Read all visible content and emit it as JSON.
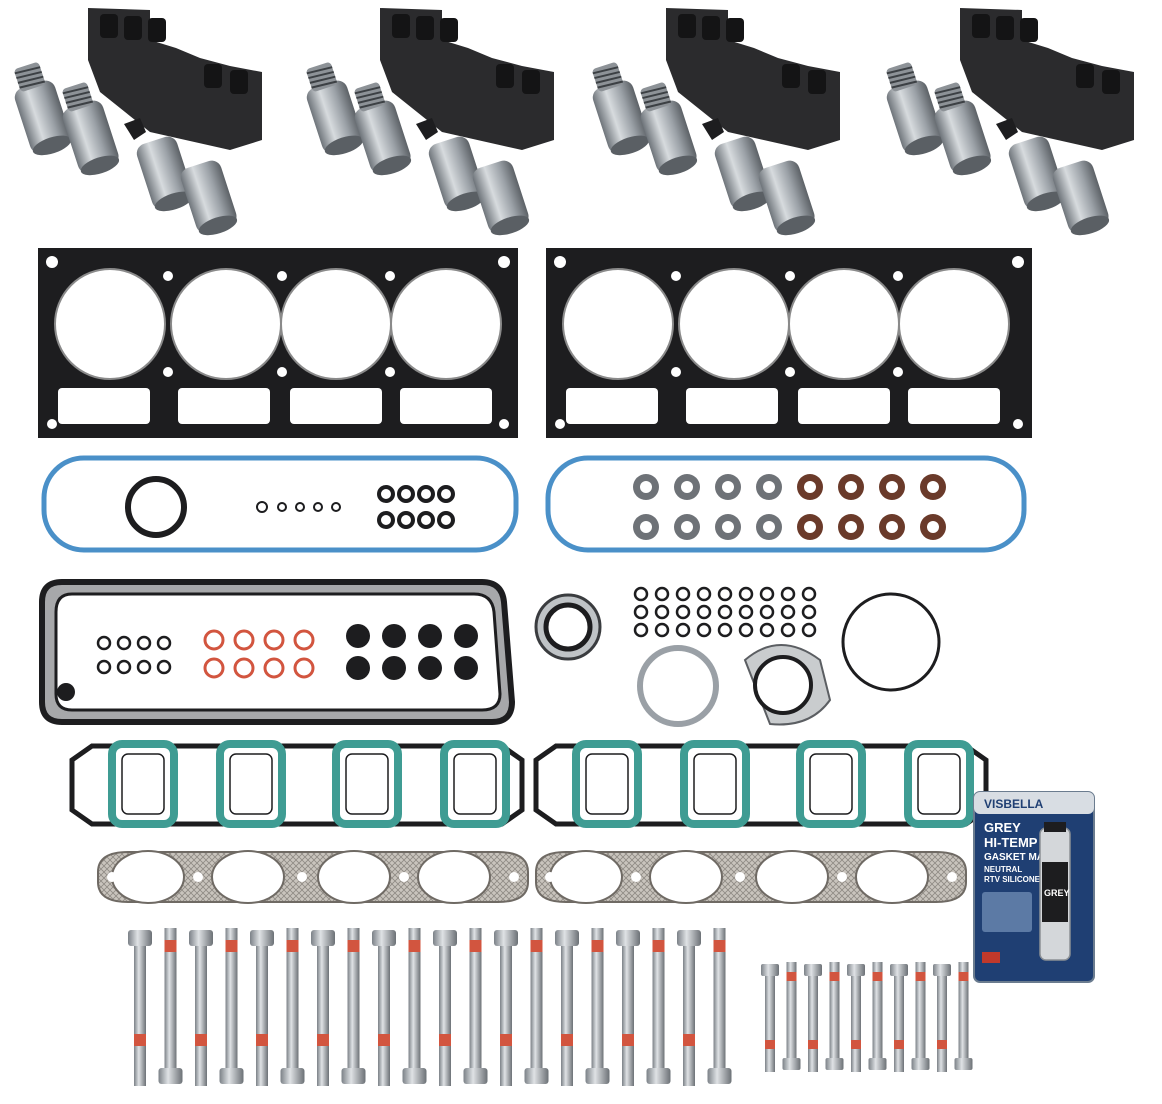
{
  "product_photo": {
    "lifter_sets": 4,
    "lifters_per_set": 4,
    "head_gaskets": 2,
    "valve_cover_gaskets": 2,
    "valve_stem_seals": 16,
    "intake_manifold_gaskets": 2,
    "exhaust_manifold_gaskets": 2,
    "long_head_bolts": 20,
    "short_head_bolts": 10
  },
  "sealant_package": {
    "brand": "VISBELLA",
    "line1": "GREY",
    "line2": "HI-TEMP",
    "line3": "GASKET MAKER",
    "line4": "NEUTRAL",
    "line5": "RTV SILICONE",
    "tube_label": "GREY"
  },
  "colors": {
    "gasket_black": "#1d1d1f",
    "gasket_blue": "#4a90c8",
    "intake_teal": "#3f9c93",
    "seal_orange": "#d2553f",
    "steel": "#9aa0a6",
    "package_blue": "#1f3f73"
  }
}
